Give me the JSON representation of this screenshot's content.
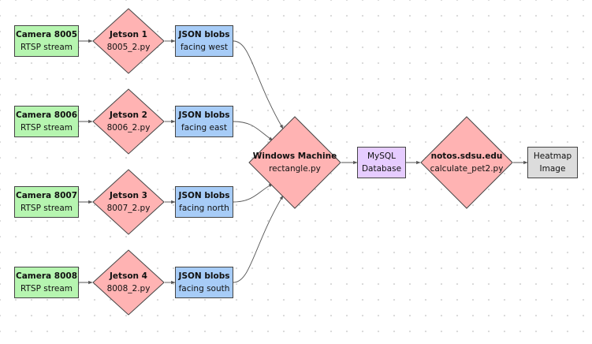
{
  "nodes": {
    "camera_8005": {
      "title": "Camera 8005",
      "sub": "RTSP stream"
    },
    "camera_8006": {
      "title": "Camera 8006",
      "sub": "RTSP stream"
    },
    "camera_8007": {
      "title": "Camera 8007",
      "sub": "RTSP stream"
    },
    "camera_8008": {
      "title": "Camera 8008",
      "sub": "RTSP stream"
    },
    "jetson_1": {
      "title": "Jetson 1",
      "sub": "8005_2.py"
    },
    "jetson_2": {
      "title": "Jetson 2",
      "sub": "8006_2.py"
    },
    "jetson_3": {
      "title": "Jetson 3",
      "sub": "8007_2.py"
    },
    "jetson_4": {
      "title": "Jetson 4",
      "sub": "8008_2.py"
    },
    "json_west": {
      "title": "JSON blobs",
      "sub": "facing west"
    },
    "json_east": {
      "title": "JSON blobs",
      "sub": "facing east"
    },
    "json_north": {
      "title": "JSON blobs",
      "sub": "facing north"
    },
    "json_south": {
      "title": "JSON blobs",
      "sub": "facing south"
    },
    "windows": {
      "title": "Windows Machine",
      "sub": "rectangle.py"
    },
    "mysql": {
      "title": "MySQL",
      "sub": "Database"
    },
    "notos": {
      "title": "notos.sdsu.edu",
      "sub": "calculate_pet2.py"
    },
    "heatmap": {
      "title": "Heatmap",
      "sub": "Image"
    }
  },
  "edges": [
    [
      "camera_8005",
      "jetson_1"
    ],
    [
      "jetson_1",
      "json_west"
    ],
    [
      "json_west",
      "windows"
    ],
    [
      "camera_8006",
      "jetson_2"
    ],
    [
      "jetson_2",
      "json_east"
    ],
    [
      "json_east",
      "windows"
    ],
    [
      "camera_8007",
      "jetson_3"
    ],
    [
      "jetson_3",
      "json_north"
    ],
    [
      "json_north",
      "windows"
    ],
    [
      "camera_8008",
      "jetson_4"
    ],
    [
      "jetson_4",
      "json_south"
    ],
    [
      "json_south",
      "windows"
    ],
    [
      "windows",
      "mysql"
    ],
    [
      "mysql",
      "notos"
    ],
    [
      "notos",
      "heatmap"
    ]
  ],
  "colors": {
    "camera": "#b6f5b0",
    "jetson": "#ffb3b3",
    "json": "#a7ccf7",
    "database": "#e6ccff",
    "output": "#dcdcdc",
    "border": "#444444"
  }
}
